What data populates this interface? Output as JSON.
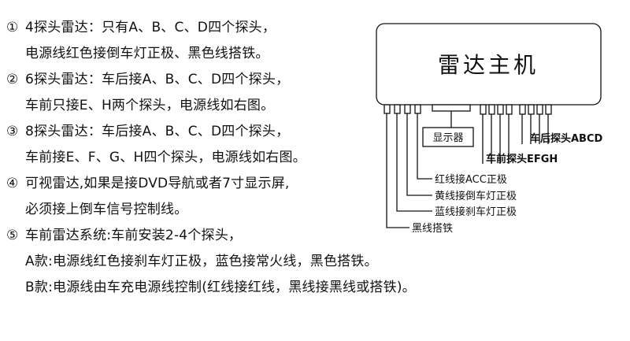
{
  "instructions": [
    {
      "num": "①",
      "text": "4探头雷达：只有A、B、C、D四个探头，"
    },
    {
      "num": "",
      "text": "电源线红色接倒车灯正极、黑色线搭铁。"
    },
    {
      "num": "②",
      "text": "6探头雷达：车后接A、B、C、D四个探头，"
    },
    {
      "num": "",
      "text": "车前只接E、H两个探头，电源线如右图。"
    },
    {
      "num": "③",
      "text": "8探头雷达：车后接A、B、C、D四个探头，"
    },
    {
      "num": "",
      "text": "车前接E、F、G、H四个探头，电源线如右图。"
    },
    {
      "num": "④",
      "text": "可视雷达,如果是接DVD导航或者7寸显示屏,"
    },
    {
      "num": "",
      "text": "必须接上倒车信号控制线。"
    },
    {
      "num": "⑤",
      "text": "车前雷达系统:车前安装2-4个探头，"
    },
    {
      "num": "",
      "text": "A款:电源线红色接刹车灯正极，蓝色接常火线，黑色搭铁。"
    },
    {
      "num": "",
      "text": "B款:电源线由车充电源线控制(红线接红线，黑线接黑线或搭铁)。"
    }
  ],
  "diagram": {
    "host_label": "雷达主机",
    "display_label": "显示器",
    "rear_label": "车后探头ABCD",
    "front_label": "车前探头EFGH",
    "wires": [
      {
        "label": "红线接ACC正极"
      },
      {
        "label": "黄线接倒车灯正极"
      },
      {
        "label": "蓝线接刹车灯正极"
      },
      {
        "label": "黑线搭铁"
      }
    ]
  }
}
